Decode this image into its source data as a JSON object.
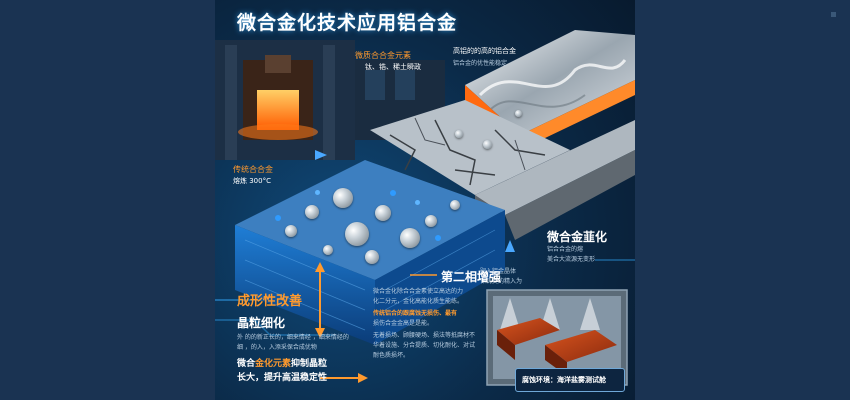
{
  "title": "微合金化技术应用铝合金",
  "labels": {
    "element_title": "微质合合金元素",
    "element_sub": "钛、锆、稀土瞬政",
    "top_right_title": "高铝的的高的铝合金",
    "top_right_sub": "铝合金的优性能稳定",
    "casting_title": "传统合合金",
    "casting_sub": "熔炼 300°C",
    "hardening_title": "微合金韮化",
    "hardening_sub1": "铝合合金的熔",
    "hardening_sub2": "美合大流源无变形",
    "mid_note1": "嗣入铝金晶体",
    "mid_note2": "保铸类的精入为",
    "formability": "成形性改善",
    "grain": "晶粒细化",
    "grain_desc1": "外 的的新正长的，细来情经 ，细来情经的",
    "grain_desc2": "细 ，的入，入添采保合成优物",
    "bottom_line1_a": "微合",
    "bottom_line1_b": "金化元素",
    "bottom_line1_c": "抑制晶粒",
    "bottom_line2": "长大，提升高温稳定性",
    "second_phase": "第二相增强",
    "sp_desc1": "微合金化除合合金素使立高达的力",
    "sp_desc2": "化二分元，金化高能化质生能练。",
    "sp_highlight": "传统铝合的跟腐蚀无损伤、最有",
    "sp_desc3": "损伤合金金高是是能。",
    "sp_desc4": "无着损场、顾腰硬场、损法等抵腐材不",
    "sp_desc5": "华着设施、分合提质、切化耐化、对试",
    "sp_desc6": "耐色质损坏。",
    "corrosion_caption": "腐蚀环境：海洋盐雾测试舱"
  },
  "colors": {
    "accent_orange": "#ff9a2e",
    "accent_blue": "#2a8fd6",
    "background": "#142b44",
    "sidebar": "#1a3352"
  }
}
